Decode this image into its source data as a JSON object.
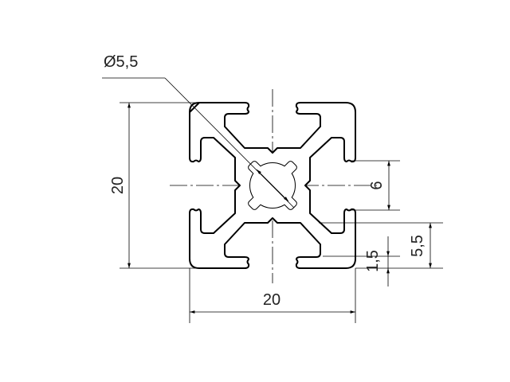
{
  "drawing": {
    "title": "20x20 aluminium profile cross-section",
    "dimensions": {
      "bore_diameter": "Ø5,5",
      "height": "20",
      "width": "20",
      "slot_width": "6",
      "slot_depth": "5,5",
      "wall_thickness": "1,5"
    }
  },
  "colors": {
    "line": "#000000",
    "text": "#222222",
    "background": "#ffffff"
  }
}
